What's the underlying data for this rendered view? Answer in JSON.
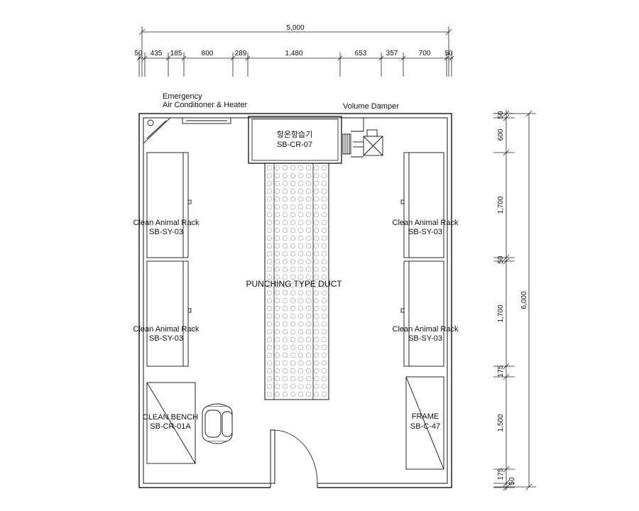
{
  "dimensions": {
    "top_total": "5,000",
    "top_segments": [
      "50",
      "435",
      "185",
      "800",
      "289",
      "1,480",
      "653",
      "357",
      "700",
      "50"
    ],
    "right_total": "6,000",
    "right_segments": [
      "50",
      "600",
      "1,700",
      "50",
      "1,700",
      "175",
      "1,500",
      "175",
      "50"
    ]
  },
  "labels": {
    "emergency_line1": "Emergency",
    "emergency_line2": "Air Conditioner & Heater",
    "volume_damper": "Volume Damper",
    "thermo_name": "항온항습기",
    "thermo_code": "SB-CR-07",
    "duct": "PUNCHING TYPE DUCT",
    "rack_name": "Clean Animal Rack",
    "rack_code": "SB-SY-03",
    "bench_name": "CLEAN BENCH",
    "bench_code": "SB-CR-01A",
    "frame_name": "FRAME",
    "frame_code": "SB-C-47"
  }
}
